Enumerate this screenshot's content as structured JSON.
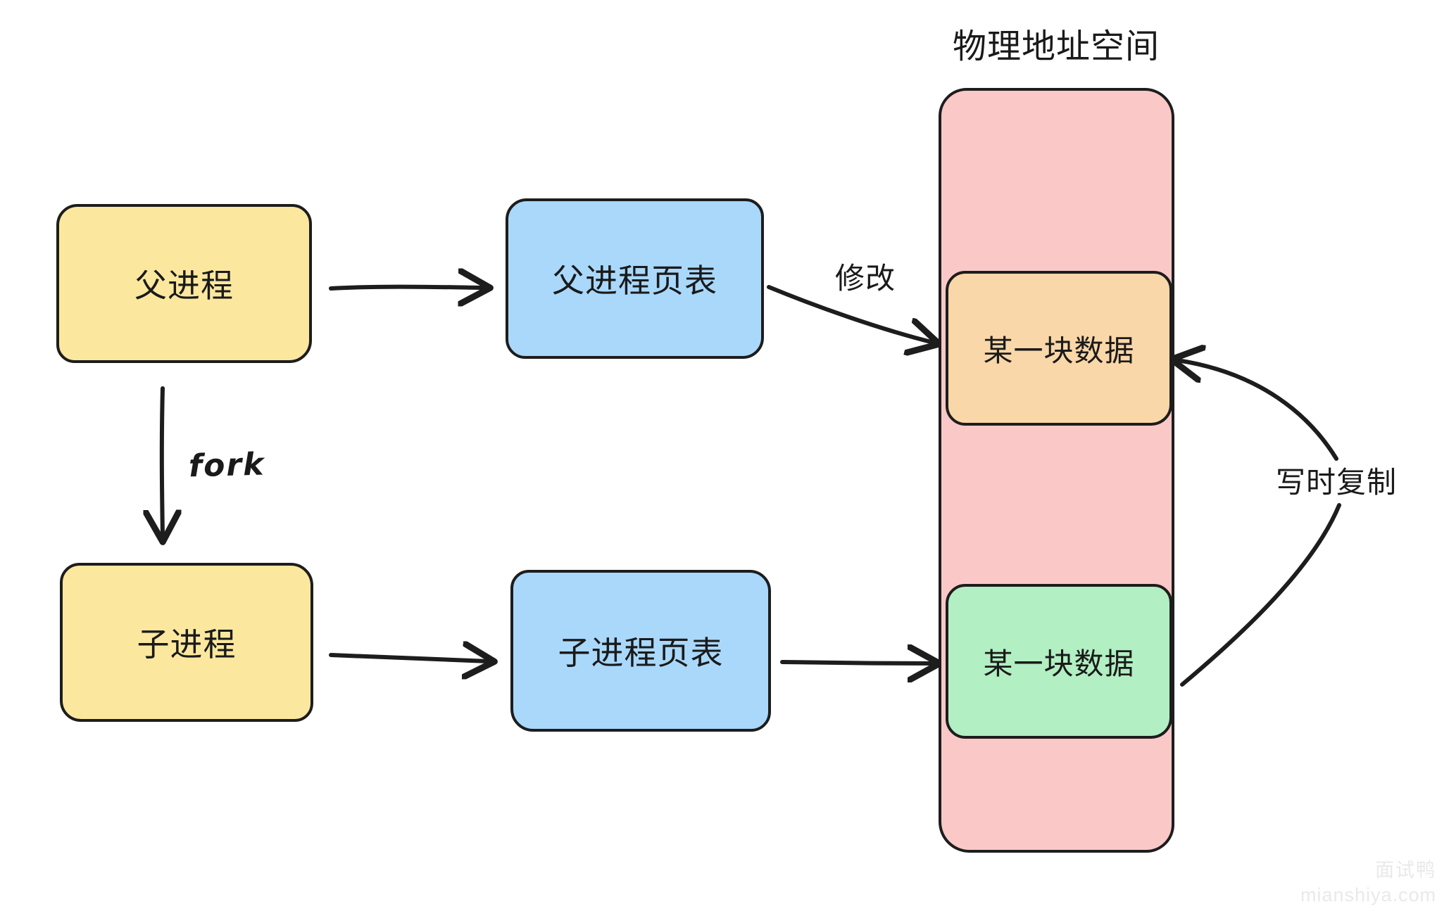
{
  "diagram": {
    "title": "物理地址空间",
    "nodes": [
      {
        "id": "parent-process",
        "label": "父进程",
        "color": "#fbe89e"
      },
      {
        "id": "child-process",
        "label": "子进程",
        "color": "#fbe89e"
      },
      {
        "id": "parent-page-table",
        "label": "父进程页表",
        "color": "#a9d8fb"
      },
      {
        "id": "child-page-table",
        "label": "子进程页表",
        "color": "#a9d8fb"
      },
      {
        "id": "physical-space",
        "label": "",
        "color": "#fbc8c8"
      },
      {
        "id": "data-block-orange",
        "label": "某一块数据",
        "color": "#fad7a8"
      },
      {
        "id": "data-block-green",
        "label": "某一块数据",
        "color": "#b2efc2"
      }
    ],
    "edges": [
      {
        "id": "parent-to-parent-pt",
        "label": ""
      },
      {
        "id": "parent-to-child",
        "label": "fork"
      },
      {
        "id": "child-to-child-pt",
        "label": ""
      },
      {
        "id": "parent-pt-to-data",
        "label": "修改"
      },
      {
        "id": "child-pt-to-data",
        "label": ""
      },
      {
        "id": "green-to-orange",
        "label": "写时复制"
      }
    ]
  },
  "watermark": {
    "brand": "面试鸭",
    "url": "mianshiya.com"
  }
}
